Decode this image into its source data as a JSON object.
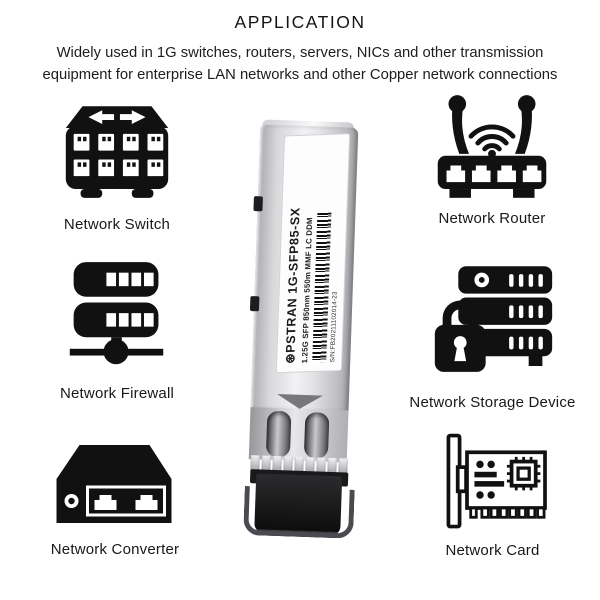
{
  "header": {
    "title": "APPLICATION",
    "subtitle": "Widely used in 1G switches, routers, servers, NICs and other transmission equipment for enterprise LAN networks and other Copper network connections"
  },
  "left_column": {
    "items": [
      {
        "icon": "network-switch-icon",
        "label": "Network Switch"
      },
      {
        "icon": "network-firewall-icon",
        "label": "Network Firewall"
      },
      {
        "icon": "network-converter-icon",
        "label": "Network Converter"
      }
    ]
  },
  "right_column": {
    "items": [
      {
        "icon": "network-router-icon",
        "label": "Network Router"
      },
      {
        "icon": "network-storage-icon",
        "label": "Network Storage Device"
      },
      {
        "icon": "network-card-icon",
        "label": "Network Card"
      }
    ]
  },
  "product": {
    "logo_glyph": "⊛",
    "brand_model": "PSTRAN 1G-SFP85-SX",
    "spec_line": "1.25G SFP 850nm 550m MMF LC DDM",
    "serial": "S/N:FB20211102014-23"
  },
  "colors": {
    "icon": "#111111",
    "text": "#1b1b1b",
    "metal_light": "#f2f2f4",
    "metal_dark": "#a3a4a8"
  }
}
